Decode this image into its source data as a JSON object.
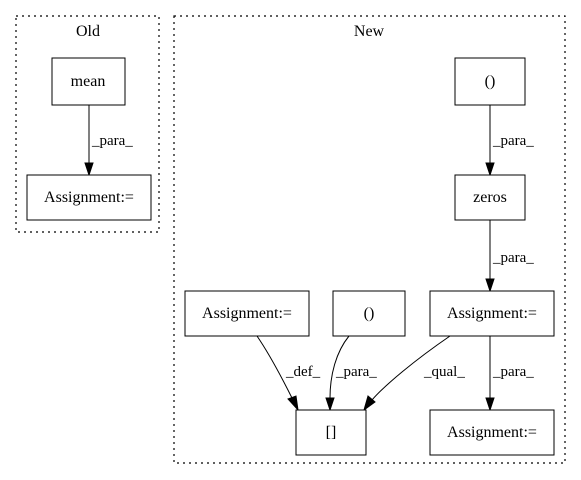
{
  "clusters": {
    "old": {
      "label": "Old"
    },
    "new": {
      "label": "New"
    }
  },
  "nodes": {
    "old_mean": "mean",
    "old_assign": "Assignment:=",
    "new_paren_top": "()",
    "new_zeros": "zeros",
    "new_assign_left": "Assignment:=",
    "new_paren_mid": "()",
    "new_assign_mid": "Assignment:=",
    "new_index": "[]",
    "new_assign_bottom": "Assignment:="
  },
  "edges": {
    "mean_to_assign": "_para_",
    "paren_to_zeros": "_para_",
    "zeros_to_assign": "_para_",
    "assign_left_to_index": "_def_",
    "paren_mid_to_index": "_para_",
    "assign_mid_to_index": "_qual_",
    "assign_mid_to_bottom": "_para_"
  }
}
